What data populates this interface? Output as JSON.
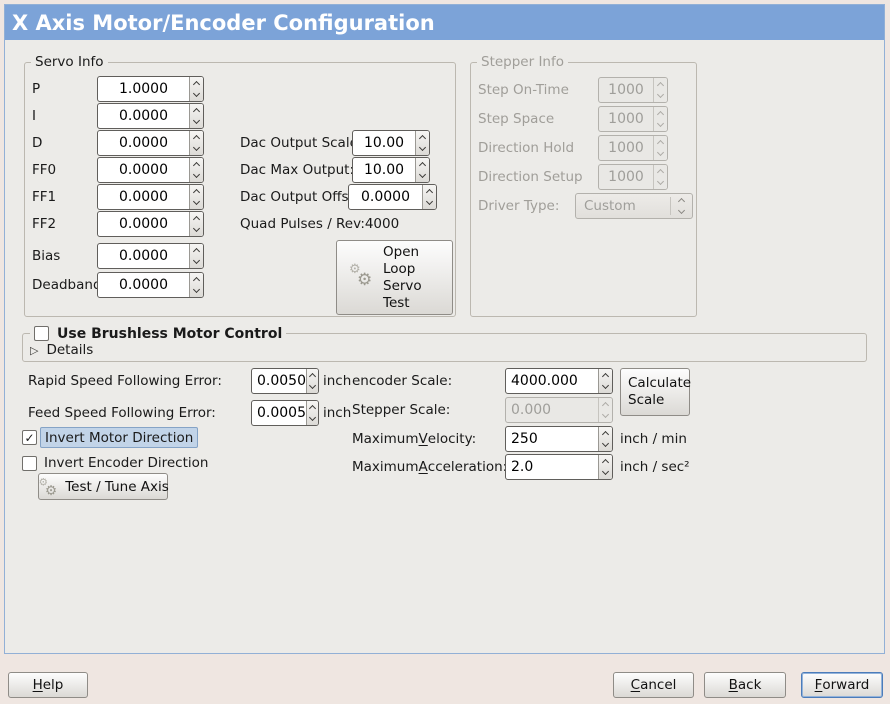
{
  "titlebar": {
    "title": "X Axis Motor/Encoder Configuration"
  },
  "icons": {
    "gear": "⚙",
    "check": "✓",
    "expander_collapsed": "▷"
  },
  "colors": {
    "titlebar_bg": "#7ca3d8",
    "panel_border": "#92b0d6",
    "panel_bg": "#ecebe8",
    "window_bg": "#efe6e1",
    "focus_highlight_bg": "#c2d4e8"
  },
  "servo_info": {
    "title": "Servo Info",
    "pid_rows": [
      {
        "label": "P",
        "value": "1.0000"
      },
      {
        "label": "I",
        "value": "0.0000"
      },
      {
        "label": "D",
        "value": "0.0000"
      },
      {
        "label": "FF0",
        "value": "0.0000"
      },
      {
        "label": "FF1",
        "value": "0.0000"
      },
      {
        "label": "FF2",
        "value": "0.0000"
      },
      {
        "label": "Bias",
        "value": "0.0000"
      },
      {
        "label": "Deadband",
        "value": "0.0000"
      }
    ],
    "dac_rows": [
      {
        "label": "Dac Output Scale:",
        "value": "10.00"
      },
      {
        "label": "Dac Max Output:",
        "value": "10.00"
      },
      {
        "label": "Dac Output Offset:",
        "value": "0.0000"
      }
    ],
    "quad_pulses_label": "Quad Pulses / Rev:",
    "quad_pulses_value": "4000",
    "open_loop_button_label": "Open\nLoop\nServo\nTest"
  },
  "stepper_info": {
    "title": "Stepper Info",
    "rows": [
      {
        "label": "Step On-Time",
        "value": "1000"
      },
      {
        "label": "Step Space",
        "value": "1000"
      },
      {
        "label": "Direction Hold",
        "value": "1000"
      },
      {
        "label": "Direction Setup",
        "value": "1000"
      }
    ],
    "driver_type_label": "Driver Type:",
    "driver_type_value": "Custom"
  },
  "brushless": {
    "checkbox_label": "Use Brushless Motor Control",
    "details_label": "Details"
  },
  "following_errors": [
    {
      "label": "Rapid Speed Following Error:",
      "value": "0.0050",
      "unit": "inch"
    },
    {
      "label": "Feed Speed Following Error:",
      "value": "0.0005",
      "unit": "inch"
    }
  ],
  "scaling": {
    "encoder_scale_label": "encoder Scale:",
    "encoder_scale_value": "4000.000",
    "stepper_scale_label": "Stepper Scale:",
    "stepper_scale_value": "0.000",
    "calculate_button_label": "Calculate\nScale",
    "max_velocity": {
      "label_pre": "Maximum ",
      "label_mnemonic": "V",
      "label_post": "elocity:",
      "value": "250",
      "unit": "inch / min"
    },
    "max_acceleration": {
      "label_pre": "Maximum ",
      "label_mnemonic": "A",
      "label_post": "cceleration:",
      "value": "2.0",
      "unit": "inch / sec²"
    }
  },
  "direction_options": {
    "invert_motor_label": "Invert Motor Direction",
    "invert_encoder_label": "Invert Encoder Direction"
  },
  "test_tune_button_label": "Test / Tune Axis",
  "footer": {
    "help": {
      "mnemonic": "H",
      "rest": "elp"
    },
    "cancel": {
      "mnemonic": "C",
      "rest": "ancel"
    },
    "back": {
      "mnemonic": "B",
      "rest": "ack"
    },
    "forward": {
      "mnemonic": "F",
      "rest": "orward"
    }
  }
}
